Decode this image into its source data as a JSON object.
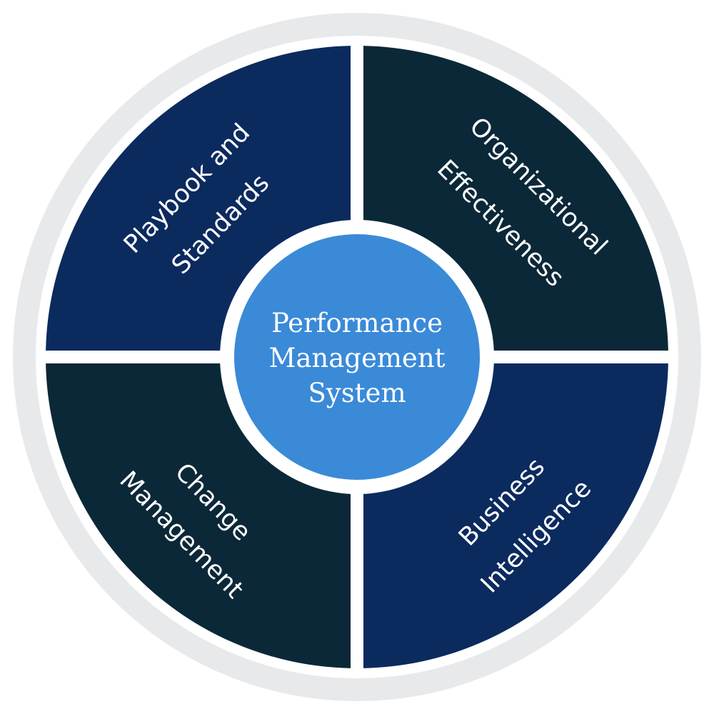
{
  "diagram": {
    "type": "quadrant-wheel",
    "center": {
      "lines": [
        "Performance",
        "Management",
        "System"
      ],
      "color": "#3a8ad8"
    },
    "ring_color": "#e8e9eb",
    "segments": [
      {
        "id": "top-left",
        "lines": [
          "Playbook and",
          "Standards"
        ],
        "color": "#0b2a5e"
      },
      {
        "id": "top-right",
        "lines": [
          "Organizational",
          "Effectiveness"
        ],
        "color": "#0b2838"
      },
      {
        "id": "bottom-left",
        "lines": [
          "Change",
          "Management"
        ],
        "color": "#0b2838"
      },
      {
        "id": "bottom-right",
        "lines": [
          "Business",
          "Intelligence"
        ],
        "color": "#0b2a5e"
      }
    ]
  }
}
